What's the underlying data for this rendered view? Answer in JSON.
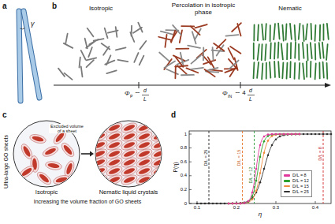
{
  "diagram": {
    "nodes": [
      {
        "text": [
          "Isotropic"
        ]
      },
      {
        "text": [
          "Nematic liquid crystals"
        ]
      }
    ],
    "edges": [
      {
        "from": 0,
        "to": 1,
        "arrow": "to",
        "label": "Increasing the volume fraction of GO sheets"
      }
    ],
    "labels": [
      "a",
      "γ",
      "b",
      "Isotropic",
      "Percolation in isotropic phase",
      "Nematic",
      "Φ",
      "P",
      "∼",
      "d",
      "L",
      "Φ",
      "IN",
      "∼ 4",
      "d",
      "L",
      "c",
      "Ultra-large GO sheets",
      "Excluded volume of a sheet",
      "d",
      "P(η)",
      "η",
      "0",
      "0.2",
      "0.4",
      "0.6",
      "0.8",
      "1",
      "0.1",
      "0.2",
      "0.3",
      "0.4",
      "D/L = 25",
      "D/L = 15",
      "D/L = 12",
      "D/L = 8"
    ],
    "legend": [
      {
        "text": "D/L = 8",
        "color": "#e0399b"
      },
      {
        "text": "D/L = 12",
        "color": "#2ca02c"
      },
      {
        "text": "D/L = 15",
        "color": "#f08a3c"
      },
      {
        "text": "D/L = 25",
        "color": "#333333"
      }
    ]
  }
}
